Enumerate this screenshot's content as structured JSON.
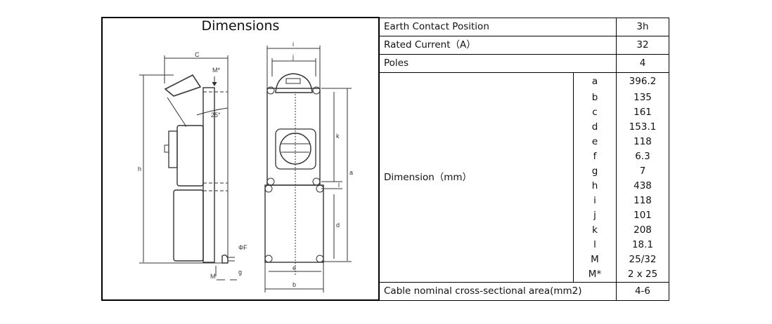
{
  "drawing": {
    "title": "Dimensions",
    "labels": {
      "c": "C",
      "m_star": "M*",
      "angle": "25°",
      "h": "h",
      "phi_f": "ΦF",
      "m": "M",
      "g": "g",
      "i": "i",
      "j": "j",
      "k": "k",
      "a": "a",
      "l": "l",
      "d": "d",
      "e": "e",
      "b": "b"
    }
  },
  "specs": {
    "earth_contact": {
      "label": "Earth Contact Position",
      "value": "3h"
    },
    "rated_current": {
      "label": "Rated Current（A）",
      "value": "32"
    },
    "poles": {
      "label": "Poles",
      "value": "4"
    },
    "dimension": {
      "label": "Dimension（mm）",
      "rows": [
        {
          "key": "a",
          "value": "396.2"
        },
        {
          "key": "b",
          "value": "135"
        },
        {
          "key": "c",
          "value": "161"
        },
        {
          "key": "d",
          "value": "153.1"
        },
        {
          "key": "e",
          "value": "118"
        },
        {
          "key": "f",
          "value": "6.3"
        },
        {
          "key": "g",
          "value": "7"
        },
        {
          "key": "h",
          "value": "438"
        },
        {
          "key": "i",
          "value": "118"
        },
        {
          "key": "j",
          "value": "101"
        },
        {
          "key": "k",
          "value": "208"
        },
        {
          "key": "l",
          "value": "18.1"
        },
        {
          "key": "M",
          "value": "25/32"
        },
        {
          "key": "M*",
          "value": "2 x 25"
        }
      ]
    },
    "cable": {
      "label": "Cable nominal cross-sectional area(mm2)",
      "value": "4-6"
    }
  }
}
